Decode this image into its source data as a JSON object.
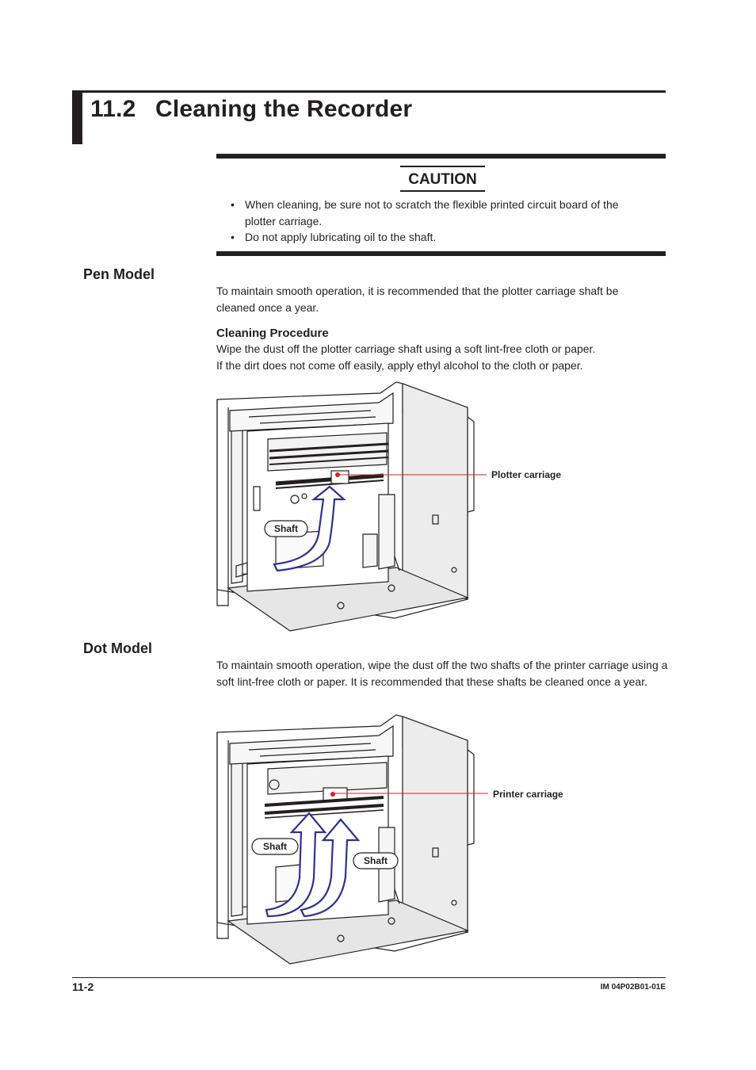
{
  "section": {
    "number": "11.2",
    "title": "Cleaning the Recorder"
  },
  "caution": {
    "title": "CAUTION",
    "bullets": [
      "When cleaning, be sure not to scratch the flexible printed circuit board of the plotter carriage.",
      "Do not apply lubricating oil to the shaft."
    ]
  },
  "pen_model": {
    "heading": "Pen Model",
    "intro": "To maintain smooth operation, it is recommended that the plotter carriage shaft be cleaned once a year.",
    "procedure_heading": "Cleaning Procedure",
    "procedure_lines": [
      "Wipe the dust off the plotter carriage shaft using a soft lint-free cloth or paper.",
      "If the dirt does not come off easily, apply ethyl alcohol to the cloth or paper."
    ],
    "diagram": {
      "carriage_label": "Plotter carriage",
      "shaft_label": "Shaft"
    }
  },
  "dot_model": {
    "heading": "Dot Model",
    "intro": "To maintain smooth operation, wipe the dust off the two shafts of the printer carriage using a soft lint-free cloth or paper. It is recommended that these shafts be cleaned once a year.",
    "diagram": {
      "carriage_label": "Printer carriage",
      "shaft_label_left": "Shaft",
      "shaft_label_right": "Shaft"
    }
  },
  "footer": {
    "page_number": "11-2",
    "doc_id": "IM 04P02B01-01E"
  },
  "colors": {
    "text": "#231f20",
    "callout_line": "#d2232a",
    "arrow": "#2e3192"
  }
}
